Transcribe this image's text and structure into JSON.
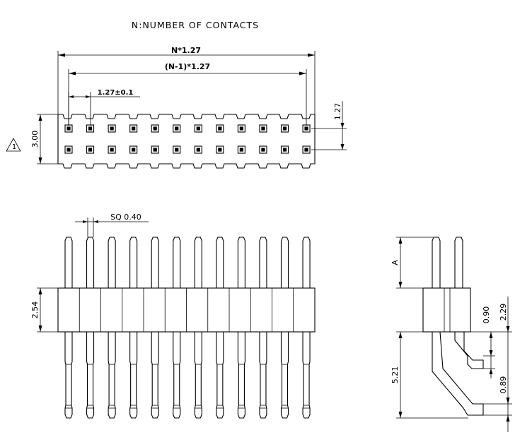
{
  "header": {
    "title": "N:NUMBER OF CONTACTS"
  },
  "top_view": {
    "dim_total": "N*1.27",
    "dim_span": "(N-1)*1.27",
    "dim_pitch": "1.27±0.1",
    "dim_row_pitch": "1.27",
    "dim_height": "3.00",
    "revision_mark": "1"
  },
  "front_view": {
    "dim_pin_size": "SQ 0.40",
    "dim_body_height": "2.54"
  },
  "side_view": {
    "dim_a": "A",
    "dim_090": "0.90",
    "dim_229": "2.29",
    "dim_521": "5.21",
    "dim_089": "0.89"
  }
}
